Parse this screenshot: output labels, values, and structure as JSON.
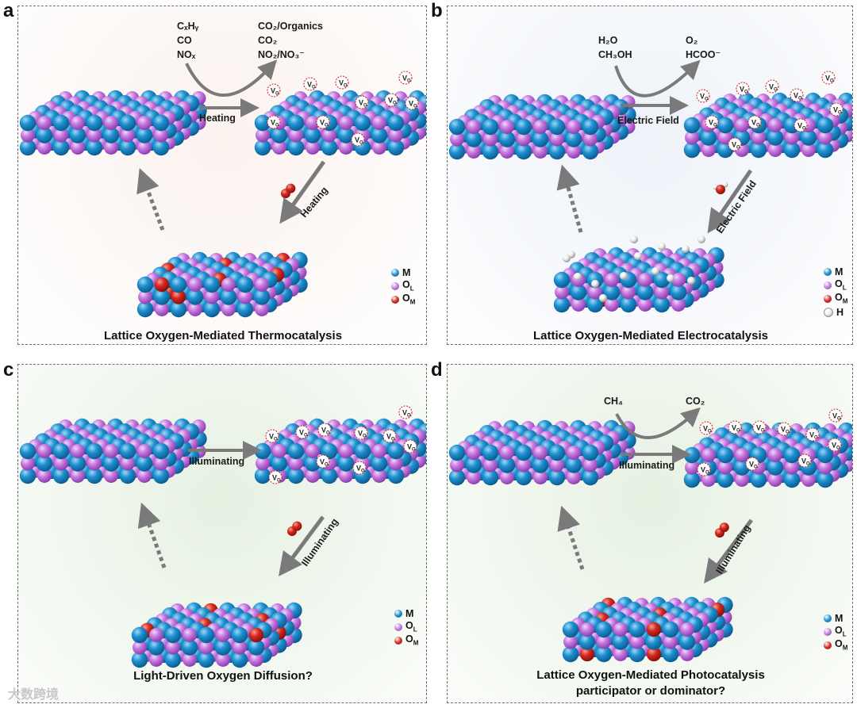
{
  "panels": {
    "a": {
      "label": "a",
      "reactants": [
        "CₓHᵧ",
        "CO",
        "NOₓ"
      ],
      "products": [
        "CO₂/Organics",
        "CO₂",
        "NO₂/NO₃⁻"
      ],
      "top_arrow": "Heating",
      "diag_arrow": "Heating",
      "title": "Lattice Oxygen-Mediated Thermocatalysis",
      "legend": [
        "M",
        "O_L",
        "O_M"
      ]
    },
    "b": {
      "label": "b",
      "reactants": [
        "H₂O",
        "CH₃OH"
      ],
      "products": [
        "O₂",
        "HCOO⁻"
      ],
      "top_arrow": "Electric Field",
      "diag_arrow": "Electric Field",
      "title": "Lattice Oxygen-Mediated Electrocatalysis",
      "legend": [
        "M",
        "O_L",
        "O_M",
        "H"
      ]
    },
    "c": {
      "label": "c",
      "top_arrow": "Illuminating",
      "diag_arrow": "Illuminating",
      "title": "Light-Driven Oxygen Diffusion?",
      "legend": [
        "M",
        "O_L",
        "O_M"
      ]
    },
    "d": {
      "label": "d",
      "reactants": [
        "CH₄"
      ],
      "products": [
        "CO₂"
      ],
      "top_arrow": "Illuminating",
      "diag_arrow": "Illuminating",
      "title": "Lattice Oxygen-Mediated Photocatalysis",
      "subtitle": "participator or dominator?",
      "legend": [
        "M",
        "O_L",
        "O_M"
      ]
    }
  },
  "legend_labels": {
    "M": "M",
    "O_L": "O",
    "O_L_sub": "L",
    "O_M": "O",
    "O_M_sub": "M",
    "H": "H"
  },
  "vacancy_label": "V",
  "vacancy_sub": "O",
  "colors": {
    "metal": "#1e90d0",
    "lattice_oxygen": "#c77ae0",
    "mobile_oxygen": "#d42a22",
    "hydrogen": "#f0f0f0",
    "arrow": "#7a7a7a"
  },
  "watermark": "大数跨境"
}
